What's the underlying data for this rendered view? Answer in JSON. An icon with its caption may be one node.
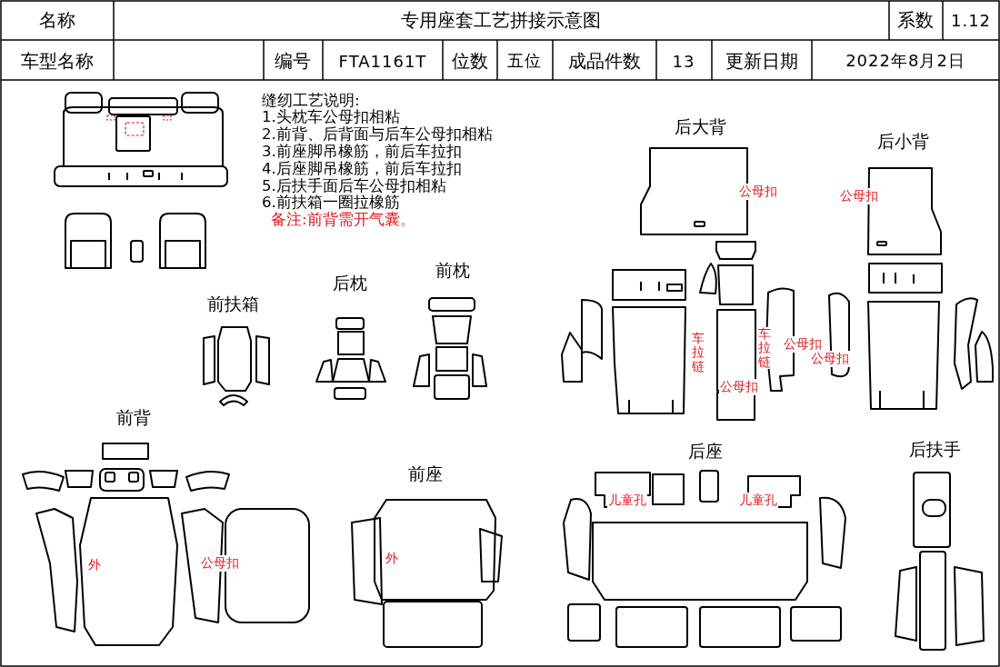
{
  "diagram": {
    "title": "专用座套工艺拼接示意图",
    "labels": [
      "名称",
      "系数",
      "1.12",
      "车型名称",
      "编号",
      "FTA1161T",
      "位数",
      "五位",
      "成品件数",
      "13",
      "更新日期",
      "2022年8月2日",
      "缝纫工艺说明:",
      "1.头枕车公母扣相粘",
      "2.前背、后背面与后车公母扣相粘",
      "3.前座脚吊橡筋，前后车拉扣",
      "4.后座脚吊橡筋，前后车拉扣",
      "5.后扶手面后车公母扣相粘",
      "6.前扶箱一圈拉橡筋",
      "备注:前背需开气囊。",
      "后大背",
      "后小背",
      "前扶箱",
      "后枕",
      "前枕",
      "前背",
      "前座",
      "后座",
      "后扶手",
      "公母扣",
      "公母扣",
      "车拉链",
      "车拉链",
      "公母扣",
      "公母扣",
      "公母扣",
      "外",
      "公母扣",
      "外",
      "儿童孔",
      "儿童孔"
    ]
  }
}
